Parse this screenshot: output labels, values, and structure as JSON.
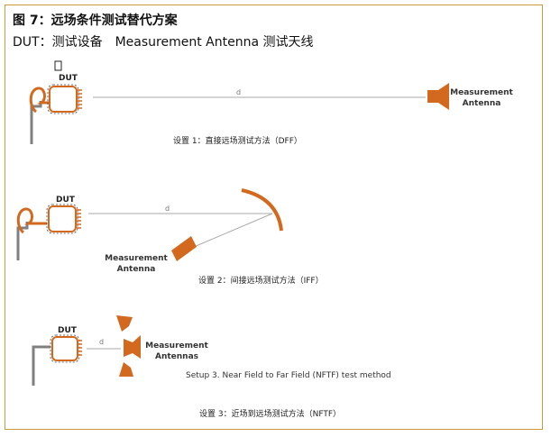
{
  "title": "图 7：远场条件测试替代方案",
  "subtitle": "DUT：测试设备　Measurement Antenna  测试天线",
  "marker": "▯",
  "setup1": {
    "dut_label": "DUT",
    "distance_label": "d",
    "antenna_label_line1": "Measurement",
    "antenna_label_line2": "Antenna",
    "caption": "设置 1：直接远场测试方法（DFF）"
  },
  "setup2": {
    "dut_label": "DUT",
    "distance_label": "d",
    "antenna_label_line1": "Measurement",
    "antenna_label_line2": "Antenna",
    "caption": "设置 2：间接远场测试方法（IFF）"
  },
  "setup3": {
    "dut_label": "DUT",
    "distance_label": "d",
    "antenna_label_line1": "Measurement",
    "antenna_label_line2": "Antennas",
    "english_caption": "Setup 3. Near Field to Far Field (NFTF) test method",
    "caption": "设置 3：近场到远场测试方法（NFTF）"
  },
  "colors": {
    "accent": "#d2691e",
    "border": "#c99a3e",
    "stand": "#808080",
    "line": "#aaaaaa"
  }
}
